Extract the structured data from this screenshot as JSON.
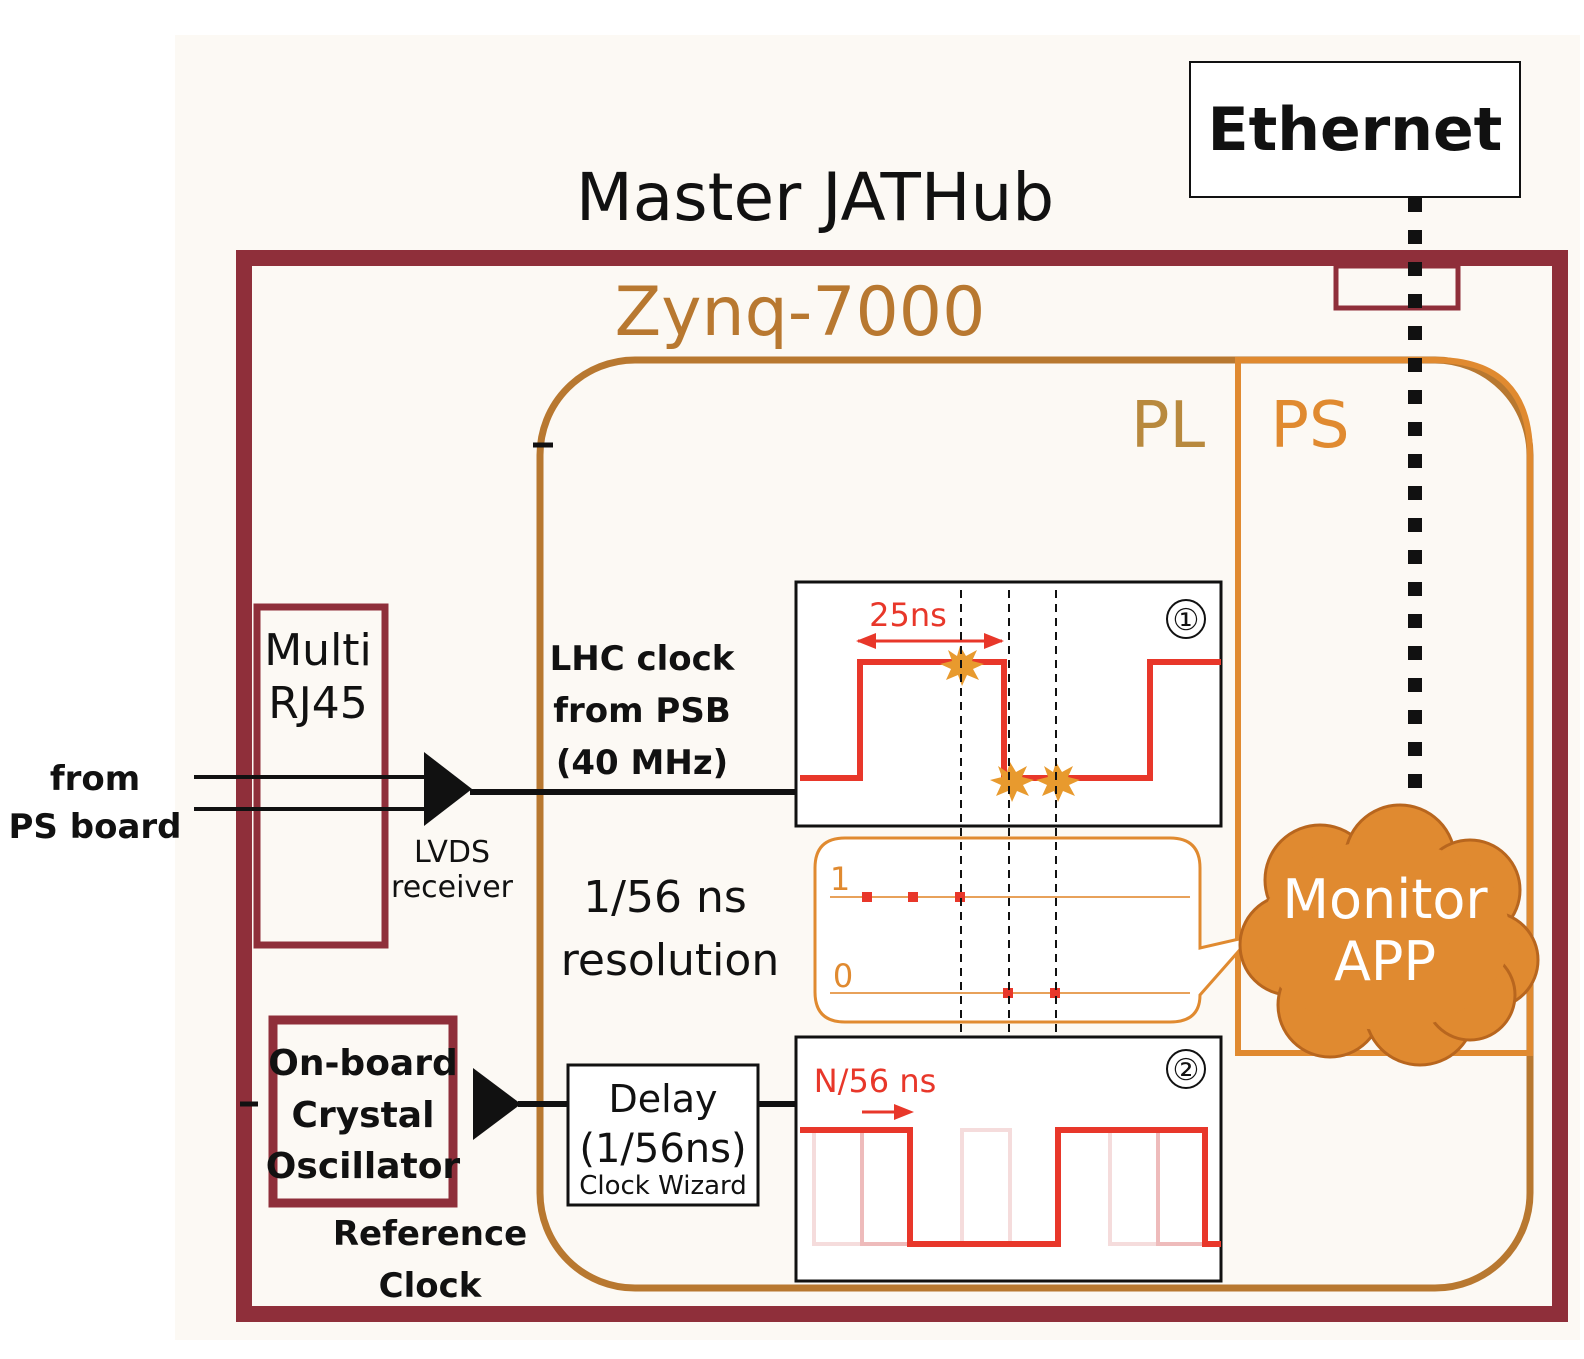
{
  "title": "Master JATHub",
  "ethernet": "Ethernet",
  "chip": "Zynq-7000",
  "pl_label": "PL",
  "ps_label": "PS",
  "rj45": {
    "line1": "Multi",
    "line2": "RJ45"
  },
  "input": {
    "line1": "from",
    "line2": "PS board"
  },
  "lvds": {
    "line1": "LVDS",
    "line2": "receiver"
  },
  "lhc_clock": {
    "line1": "LHC clock",
    "line2": "from PSB",
    "line3": "(40 MHz)"
  },
  "resolution": {
    "line1": "1/56 ns",
    "line2": "resolution"
  },
  "oscillator": {
    "line1": "On-board",
    "line2": "Crystal",
    "line3": "Oscillator"
  },
  "reference": {
    "line1": "Reference",
    "line2": "Clock"
  },
  "delay": {
    "line1": "Delay",
    "line2": "(1/56ns)",
    "line3": "Clock Wizard"
  },
  "monitor": {
    "line1": "Monitor",
    "line2": "APP"
  },
  "panel1": {
    "number": "①",
    "period_label": "25ns"
  },
  "panel2": {
    "number": "②",
    "shift_label": "N/56 ns"
  },
  "sample_panel": {
    "high": "1",
    "low": "0"
  },
  "colors": {
    "board": "#8f2f3a",
    "zynq": "#b87830",
    "ps": "#e08a30",
    "signal": "#e8372a",
    "monitor": "#e08a30",
    "background": "#fcf9f4"
  }
}
